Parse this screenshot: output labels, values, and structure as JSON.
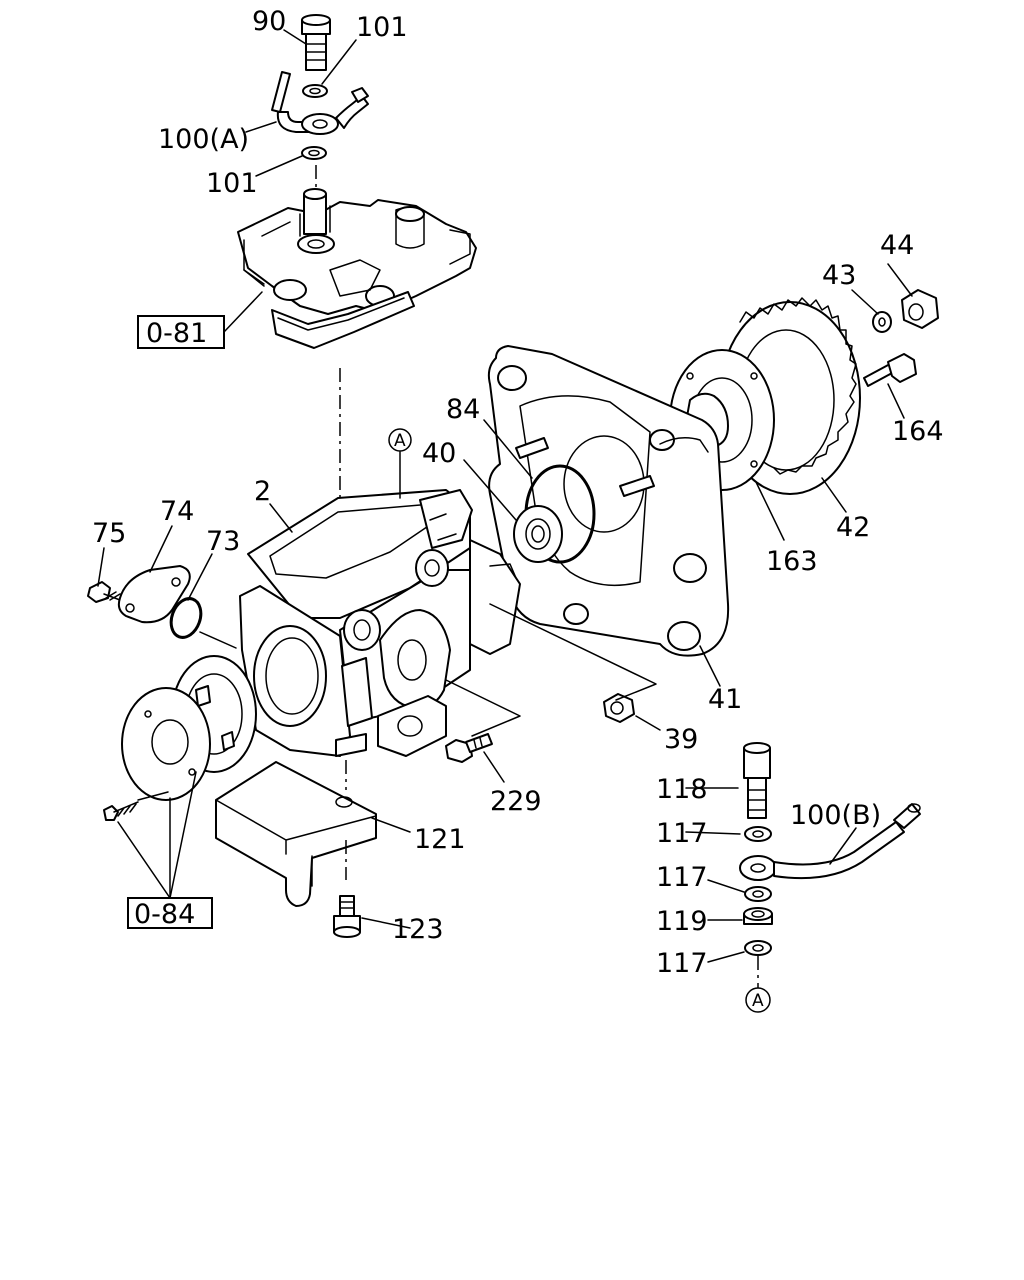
{
  "labels": {
    "l90": "90",
    "l101a": "101",
    "l100a": "100(A)",
    "l101b": "101",
    "l081": "0-81",
    "l44": "44",
    "l43": "43",
    "l164": "164",
    "l84": "84",
    "l40": "40",
    "lA1": "A",
    "l2": "2",
    "l75": "75",
    "l74": "74",
    "l73": "73",
    "l163": "163",
    "l42": "42",
    "l41": "41",
    "l39": "39",
    "l229": "229",
    "l118": "118",
    "l100b": "100(B)",
    "l117a": "117",
    "l117b": "117",
    "l119": "119",
    "l117c": "117",
    "lA2": "A",
    "l121": "121",
    "l084": "0-84",
    "l123": "123"
  }
}
